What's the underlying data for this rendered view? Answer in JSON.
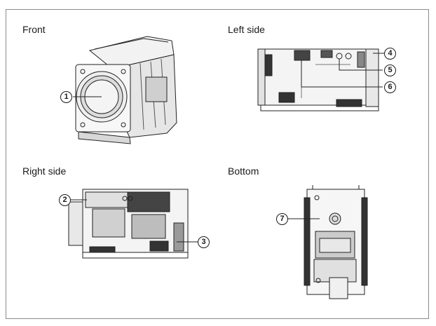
{
  "views": {
    "front": {
      "title": "Front"
    },
    "left": {
      "title": "Left side"
    },
    "right": {
      "title": "Right side"
    },
    "bottom": {
      "title": "Bottom"
    }
  },
  "callouts": {
    "c1": "1",
    "c2": "2",
    "c3": "3",
    "c4": "4",
    "c5": "5",
    "c6": "6",
    "c7": "7"
  }
}
